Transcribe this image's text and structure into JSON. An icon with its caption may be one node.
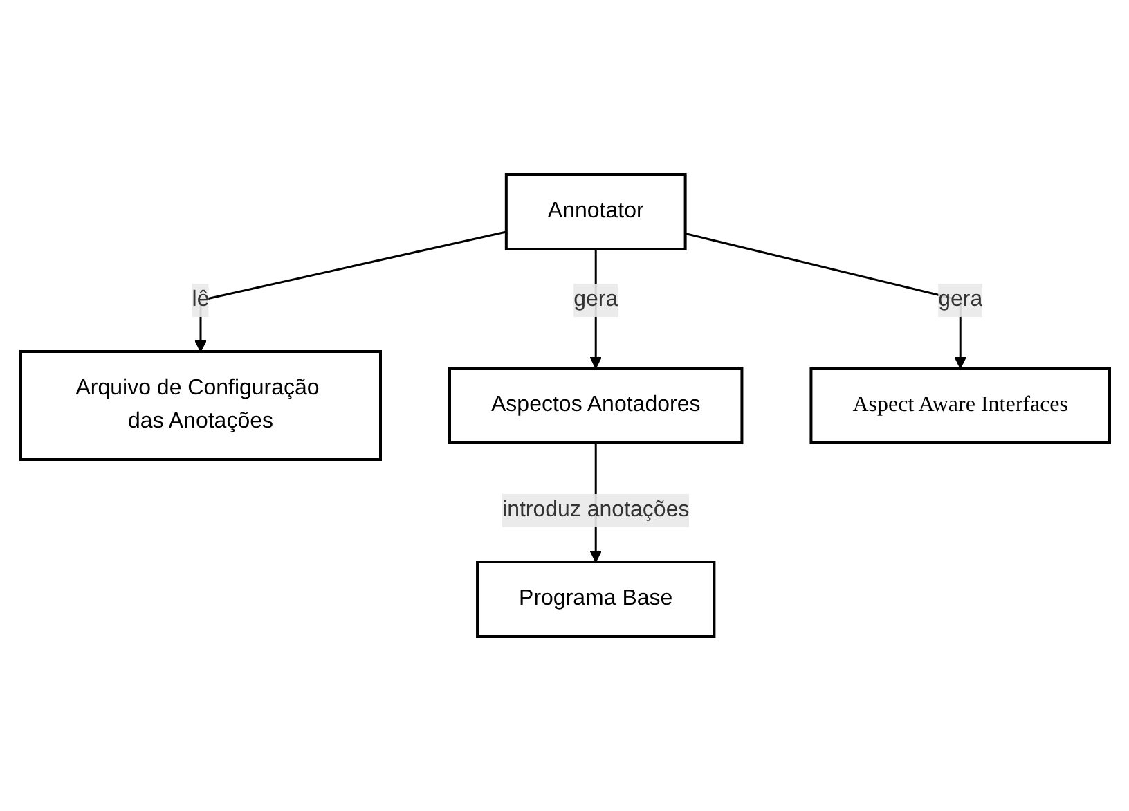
{
  "diagram": {
    "nodes": [
      {
        "text": [
          "Arquivo de Configuração das Anotações"
        ]
      },
      {
        "text": [
          "Programa Base"
        ]
      },
      {
        "text": [
          "Annotator"
        ]
      },
      {
        "text": [
          "Aspectos Anotadores"
        ]
      },
      {
        "text": [
          "Aspect Aware Interfaces"
        ]
      }
    ],
    "edges": [
      {
        "from": 2,
        "to": 0,
        "arrow": "to",
        "label": "lê"
      },
      {
        "from": 2,
        "to": 3,
        "arrow": "to",
        "label": "gera"
      },
      {
        "from": 2,
        "to": 4,
        "arrow": "to",
        "label": "gera"
      },
      {
        "from": 3,
        "to": 1,
        "arrow": "to",
        "label": "introduz anotações"
      }
    ]
  }
}
